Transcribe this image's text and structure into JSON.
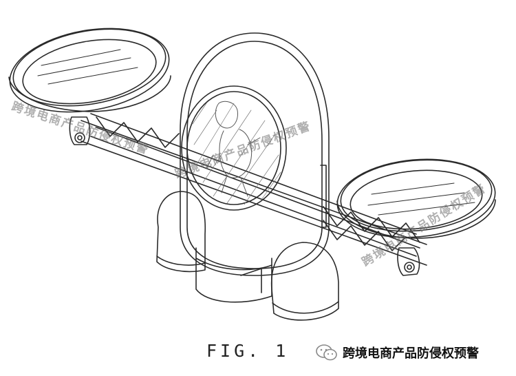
{
  "figure": {
    "caption": "FIG. 1"
  },
  "watermark": {
    "text": "跨境电商产品防侵权预警",
    "footer_text": "跨境电商产品防侵权预警"
  },
  "colors": {
    "line": "#2a2a2a",
    "background": "#ffffff",
    "watermark": "#8a8a8a"
  }
}
